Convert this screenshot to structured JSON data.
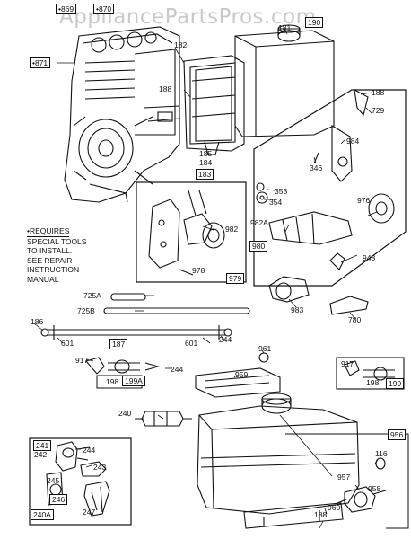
{
  "watermark": "AppliancePartsPros.com",
  "note": {
    "line1": "•REQUIRES",
    "line2": "SPECIAL TOOLS",
    "line3": "TO INSTALL.",
    "line4": "SEE REPAIR",
    "line5": "INSTRUCTION",
    "line6": "MANUAL"
  },
  "parts": {
    "p869": "•869",
    "p870": "•870",
    "p871": "•871",
    "p190": "190",
    "p181": "181",
    "p182": "182",
    "p188a": "188",
    "p185": "185",
    "p184": "184",
    "p183": "183",
    "p188b": "188",
    "p729": "729",
    "p984": "984",
    "p346": "346",
    "p353": "353",
    "p354": "354",
    "p976": "976",
    "p982": "982",
    "p982A": "982A",
    "p980": "980",
    "p978": "978",
    "p979": "979",
    "p948": "948",
    "p983": "983",
    "p780": "780",
    "p725A": "725A",
    "p725B": "725B",
    "p186": "186",
    "p601a": "601",
    "p187": "187",
    "p601b": "601",
    "p244a": "244",
    "p961": "961",
    "p917a": "917",
    "p198a": "198",
    "p199A": "199A",
    "p244b": "244",
    "p959": "959",
    "p917b": "917",
    "p198b": "198",
    "p199": "199",
    "p240": "240",
    "p956": "956",
    "p116": "116",
    "p241": "241",
    "p242": "242",
    "p244c": "244",
    "p243": "243",
    "p245": "245",
    "p246": "246",
    "p240A": "240A",
    "p247": "247",
    "p957": "957",
    "p958": "958",
    "p960": "960",
    "p188c": "188"
  }
}
